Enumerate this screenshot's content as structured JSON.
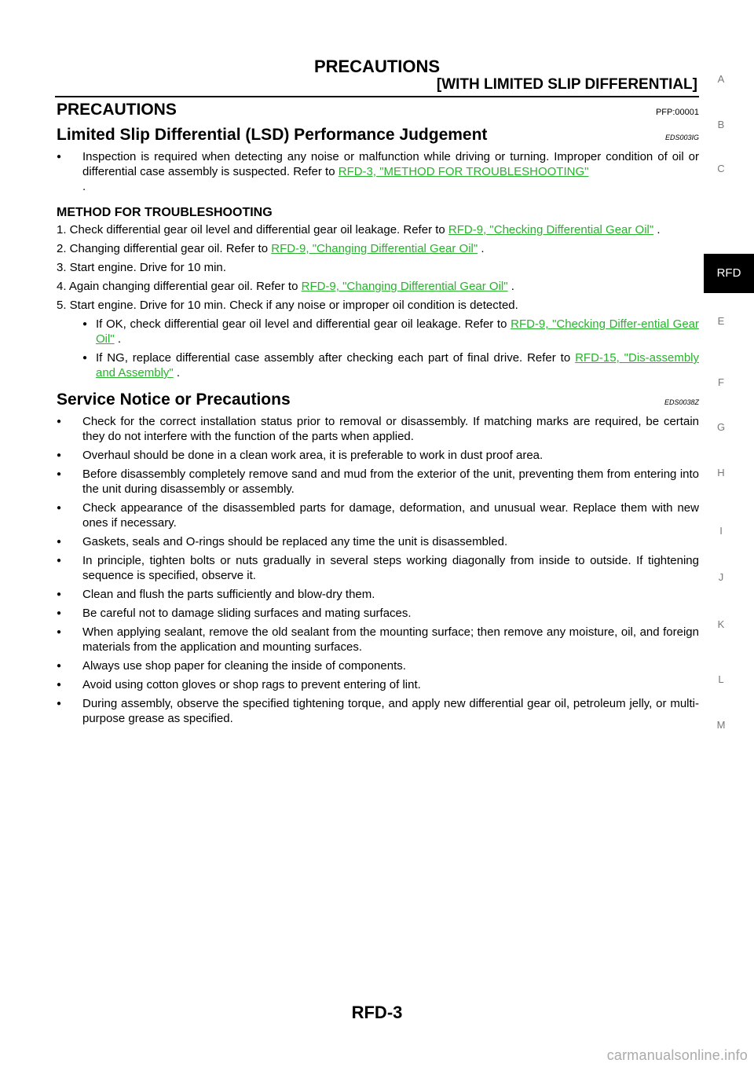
{
  "header": {
    "title": "PRECAUTIONS",
    "subtitle": "[WITH LIMITED SLIP DIFFERENTIAL]"
  },
  "main": {
    "title": "PRECAUTIONS",
    "pfp": "PFP:00001",
    "sec1": {
      "title": "Limited Slip Differential (LSD) Performance Judgement",
      "code": "EDS003IG",
      "text": "Inspection is required when detecting any noise or malfunction while driving or turning. Improper condition of oil or differential case assembly is suspected. Refer to",
      "link": "RFD-3, \"METHOD FOR TROUBLESHOOTING\"",
      "after": "."
    },
    "sec2": {
      "title": "METHOD FOR TROUBLESHOOTING",
      "step1": {
        "text": "1. Check differential gear oil level and differential gear oil leakage. Refer to",
        "link": "RFD-9, \"Checking Differential Gear Oil\"",
        "after": " ."
      },
      "step2": {
        "text": "2. Changing differential gear oil. Refer to",
        "link": "RFD-9, \"Changing Differential Gear Oil\"",
        "after": " ."
      },
      "step3": {
        "text": "3. Start engine. Drive for 10 min."
      },
      "step4": {
        "text": "4. Again changing differential gear oil. Refer to",
        "link": "RFD-9, \"Changing Differential Gear Oil\"",
        "after": " ."
      },
      "step5": {
        "text": "5. Start engine. Drive for 10 min. Check if any noise or improper oil condition is detected."
      },
      "sub1": {
        "text": "If OK, check differential gear oil level and differential gear oil leakage. Refer to",
        "link": "RFD-9, \"Checking Differ-ential Gear Oil\"",
        "after": " ."
      },
      "sub2": {
        "text": "If NG, replace differential case assembly after checking each part of final drive. Refer to",
        "link": "RFD-15, \"Dis-assembly and Assembly\"",
        "after": " ."
      }
    },
    "sec3": {
      "title": "Service Notice or Precautions",
      "code": "EDS0038Z",
      "items": [
        "Check for the correct installation status prior to removal or disassembly. If matching marks are required, be certain they do not interfere with the function of the parts when applied.",
        "Overhaul should be done in a clean work area, it is preferable to work in dust proof area.",
        "Before disassembly completely remove sand and mud from the exterior of the unit, preventing them from entering into the unit during disassembly or assembly.",
        "Check appearance of the disassembled parts for damage, deformation, and unusual wear. Replace them with new ones if necessary.",
        "Gaskets, seals and O-rings should be replaced any time the unit is disassembled.",
        "In principle, tighten bolts or nuts gradually in several steps working diagonally from inside to outside. If tightening sequence is specified, observe it.",
        "Clean and flush the parts sufficiently and blow-dry them.",
        "Be careful not to damage sliding surfaces and mating surfaces.",
        "When applying sealant, remove the old sealant from the mounting surface; then remove any moisture, oil, and foreign materials from the application and mounting surfaces.",
        "Always use shop paper for cleaning the inside of components.",
        "Avoid using cotton gloves or shop rags to prevent entering of lint.",
        "During assembly, observe the specified tightening torque, and apply new differential gear oil, petroleum jelly, or multi-purpose grease as specified."
      ]
    }
  },
  "tabs": [
    "A",
    "B",
    "C",
    "RFD",
    "E",
    "F",
    "G",
    "H",
    "I",
    "J",
    "K",
    "L",
    "M"
  ],
  "footer": {
    "page": "RFD-3"
  },
  "watermark": "carmanualsonline.info",
  "colors": {
    "link": "#29b22e",
    "tab_active_bg": "#000000"
  }
}
